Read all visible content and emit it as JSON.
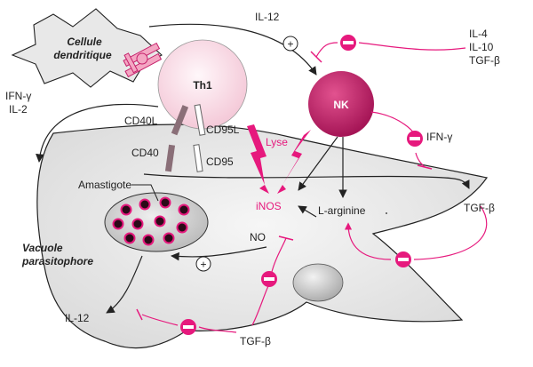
{
  "labels": {
    "cellule_line1": "Cellule",
    "cellule_line2": "dendritique",
    "th1": "Th1",
    "nk": "NK",
    "il12_top": "IL-12",
    "il4": "IL-4",
    "il10": "IL-10",
    "tgfb_right_top": "TGF-β",
    "ifng_left": "IFN-γ",
    "il2": "IL-2",
    "cd40l": "CD40L",
    "cd95l": "CD95L",
    "cd40": "CD40",
    "cd95": "CD95",
    "lyse": "Lyse",
    "ifng_right": "IFN-γ",
    "amastigote": "Amastigote",
    "inos": "iNOS",
    "larginine": "L-arginine",
    "tgfb_right": "TGF-β",
    "no": "NO",
    "vacuole_line1": "Vacuole",
    "vacuole_line2": "parasitophore",
    "il12_bottom": "IL-12",
    "tgfb_bottom": "TGF-β"
  },
  "symbols": {
    "plus": "+",
    "minus": "−"
  },
  "colors": {
    "inhibition": "#e6197d",
    "activation": "#222222",
    "cell_fill": "#e8e8e8",
    "th1_fill": "#fce6ee",
    "nk_fill": "#c51f6a",
    "receptor": "#8a6f78"
  }
}
